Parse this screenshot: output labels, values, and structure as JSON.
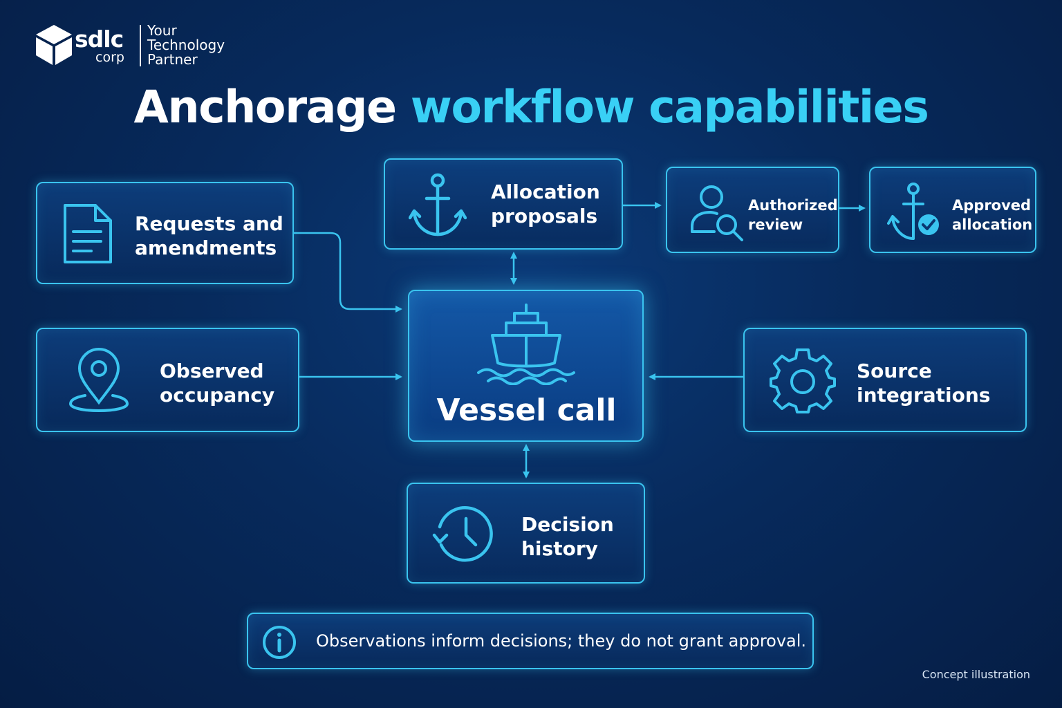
{
  "brand": {
    "name": "sdlc",
    "sub": "corp",
    "tagline": [
      "Your",
      "Technology",
      "Partner"
    ]
  },
  "title": {
    "part1": "Anchorage",
    "part2": "workflow capabilities"
  },
  "nodes": {
    "requests": {
      "line1": "Requests and",
      "line2": "amendments",
      "icon": "document-icon"
    },
    "observed": {
      "line1": "Observed",
      "line2": "occupancy",
      "icon": "location-pin-icon"
    },
    "allocation": {
      "line1": "Allocation",
      "line2": "proposals",
      "icon": "anchor-icon"
    },
    "authorized": {
      "line1": "Authorized",
      "line2": "review",
      "icon": "user-search-icon"
    },
    "approved": {
      "line1": "Approved",
      "line2": "allocation",
      "icon": "anchor-check-icon"
    },
    "vessel": {
      "label": "Vessel call",
      "icon": "ship-icon"
    },
    "source": {
      "line1": "Source",
      "line2": "integrations",
      "icon": "gear-icon"
    },
    "decision": {
      "line1": "Decision",
      "line2": "history",
      "icon": "history-clock-icon"
    }
  },
  "note": {
    "text": "Observations inform decisions; they do not grant approval.",
    "icon": "info-icon"
  },
  "footer": {
    "concept": "Concept illustration"
  },
  "colors": {
    "accent": "#39d0f5",
    "border": "#3ac4ef",
    "background": "#072a5c"
  }
}
